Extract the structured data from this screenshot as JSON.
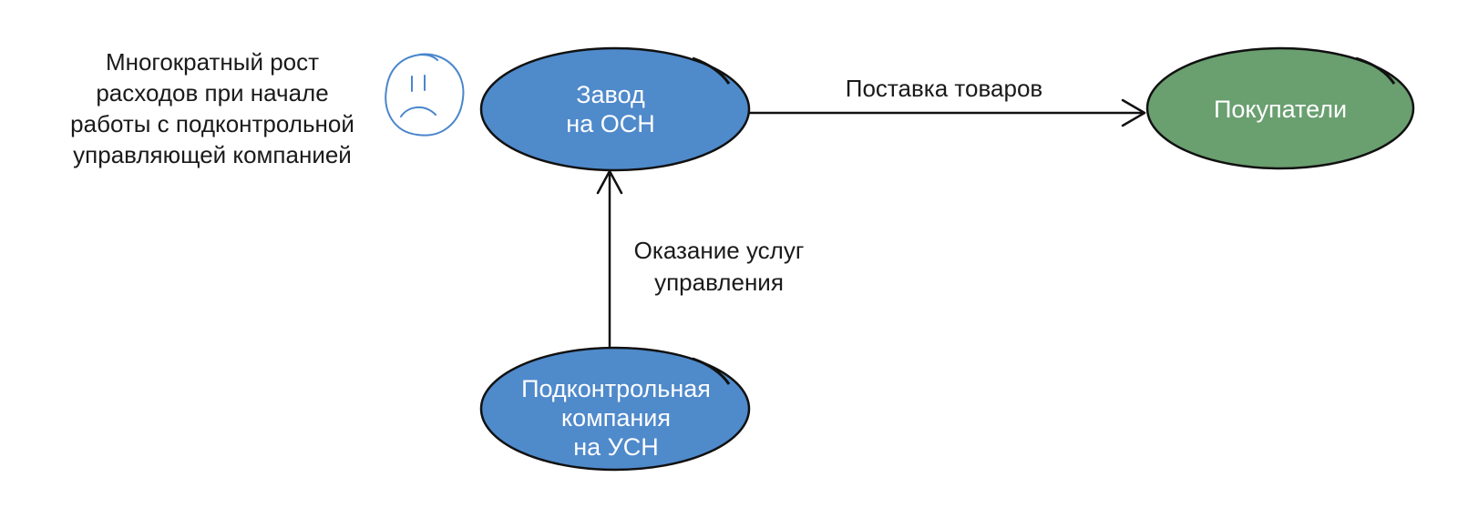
{
  "colors": {
    "node_blue": "#4f8acb",
    "node_green": "#6a9f70",
    "outline": "#111111",
    "sad_face": "#4a86cc",
    "text_dark": "#1a1a1a"
  },
  "nodes": {
    "factory": {
      "line1": "Завод",
      "line2": "на ОСН"
    },
    "buyers": {
      "label": "Покупатели"
    },
    "controlled_company": {
      "line1": "Подконтрольная",
      "line2": "компания",
      "line3": "на УСН"
    }
  },
  "edges": {
    "goods_supply": {
      "label": "Поставка товаров"
    },
    "management_services": {
      "line1": "Оказание услуг",
      "line2": "управления"
    }
  },
  "note": {
    "line1": "Многократный рост",
    "line2": "расходов при начале",
    "line3": "работы с подконтрольной",
    "line4": "управляющей компанией",
    "icon": "sad-face-icon"
  }
}
